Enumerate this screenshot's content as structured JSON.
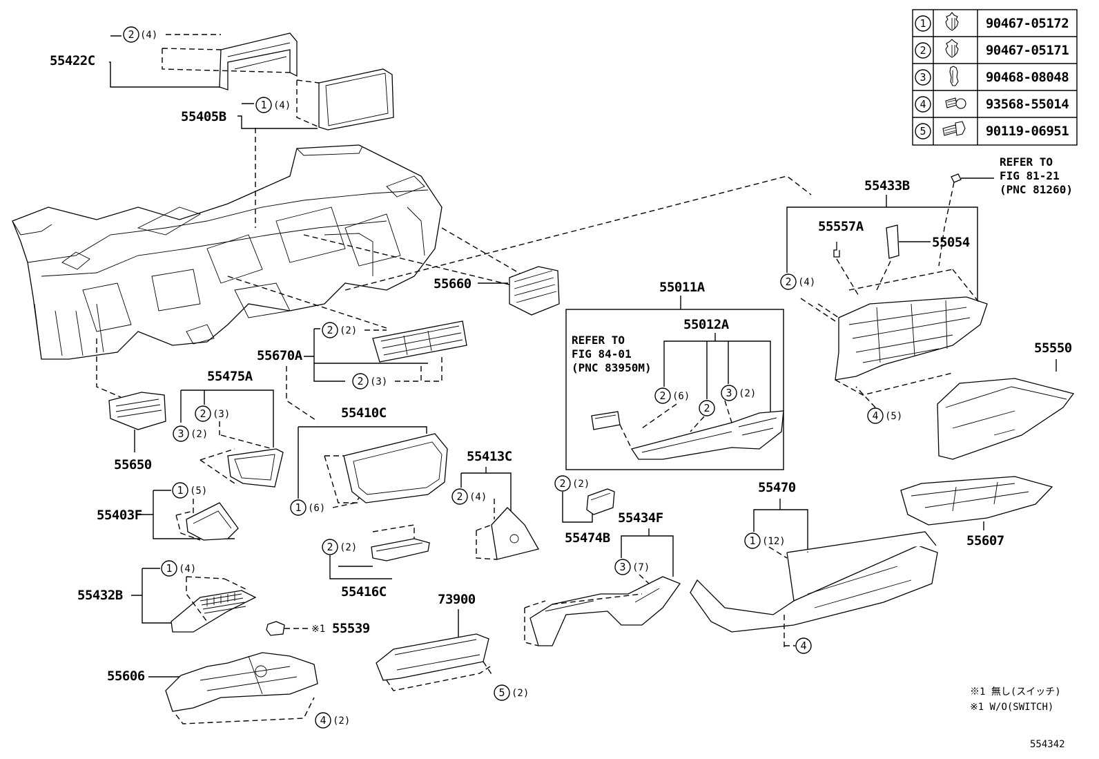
{
  "legend": [
    {
      "num": "1",
      "part": "90467-05172",
      "icon": "clip-icon"
    },
    {
      "num": "2",
      "part": "90467-05171",
      "icon": "clip-icon"
    },
    {
      "num": "3",
      "part": "90468-08048",
      "icon": "clip-icon"
    },
    {
      "num": "4",
      "part": "93568-55014",
      "icon": "screw-icon"
    },
    {
      "num": "5",
      "part": "90119-06951",
      "icon": "bolt-icon"
    }
  ],
  "labels": {
    "p55422C": "55422C",
    "p55405B": "55405B",
    "p55660": "55660",
    "p55670A": "55670A",
    "p55475A": "55475A",
    "p55650": "55650",
    "p55410C": "55410C",
    "p55413C": "55413C",
    "p55403F": "55403F",
    "p55474B": "55474B",
    "p55434F": "55434F",
    "p55416C": "55416C",
    "p55432B": "55432B",
    "p55539": "55539",
    "p73900": "73900",
    "p55606": "55606",
    "p55011A": "55011A",
    "p55012A": "55012A",
    "p55433B": "55433B",
    "p55557A": "55557A",
    "p55054": "55054",
    "p55550": "55550",
    "p55470": "55470",
    "p55607": "55607"
  },
  "callouts": [
    {
      "id": "c1",
      "num": "2",
      "qty": "(4)"
    },
    {
      "id": "c2",
      "num": "1",
      "qty": "(4)"
    },
    {
      "id": "c3",
      "num": "2",
      "qty": "(2)"
    },
    {
      "id": "c4",
      "num": "2",
      "qty": "(3)"
    },
    {
      "id": "c5",
      "num": "2",
      "qty": "(3)"
    },
    {
      "id": "c6",
      "num": "3",
      "qty": "(2)"
    },
    {
      "id": "c7",
      "num": "1",
      "qty": "(5)"
    },
    {
      "id": "c8",
      "num": "1",
      "qty": "(6)"
    },
    {
      "id": "c9",
      "num": "2",
      "qty": "(4)"
    },
    {
      "id": "c10",
      "num": "2",
      "qty": "(2)"
    },
    {
      "id": "c11",
      "num": "2",
      "qty": "(2)"
    },
    {
      "id": "c12",
      "num": "3",
      "qty": "(7)"
    },
    {
      "id": "c13",
      "num": "1",
      "qty": "(4)"
    },
    {
      "id": "c14",
      "num": "5",
      "qty": "(2)"
    },
    {
      "id": "c15",
      "num": "4",
      "qty": "(2)"
    },
    {
      "id": "c16",
      "num": "2",
      "qty": "(6)"
    },
    {
      "id": "c17",
      "num": "2",
      "qty": ""
    },
    {
      "id": "c18",
      "num": "3",
      "qty": "(2)"
    },
    {
      "id": "c19",
      "num": "2",
      "qty": "(4)"
    },
    {
      "id": "c20",
      "num": "4",
      "qty": "(5)"
    },
    {
      "id": "c21",
      "num": "1",
      "qty": "(12)"
    },
    {
      "id": "c22",
      "num": "4",
      "qty": ""
    }
  ],
  "refs": {
    "ref1": [
      "REFER TO",
      "FIG 81-21",
      "(PNC 81260)"
    ],
    "ref2": [
      "REFER TO",
      "FIG 84-01",
      "(PNC 83950M)"
    ]
  },
  "mark": "※1",
  "notes": [
    "※1 無し(スイッチ)",
    "※1 W/O(SWITCH)"
  ],
  "figure_id": "554342"
}
